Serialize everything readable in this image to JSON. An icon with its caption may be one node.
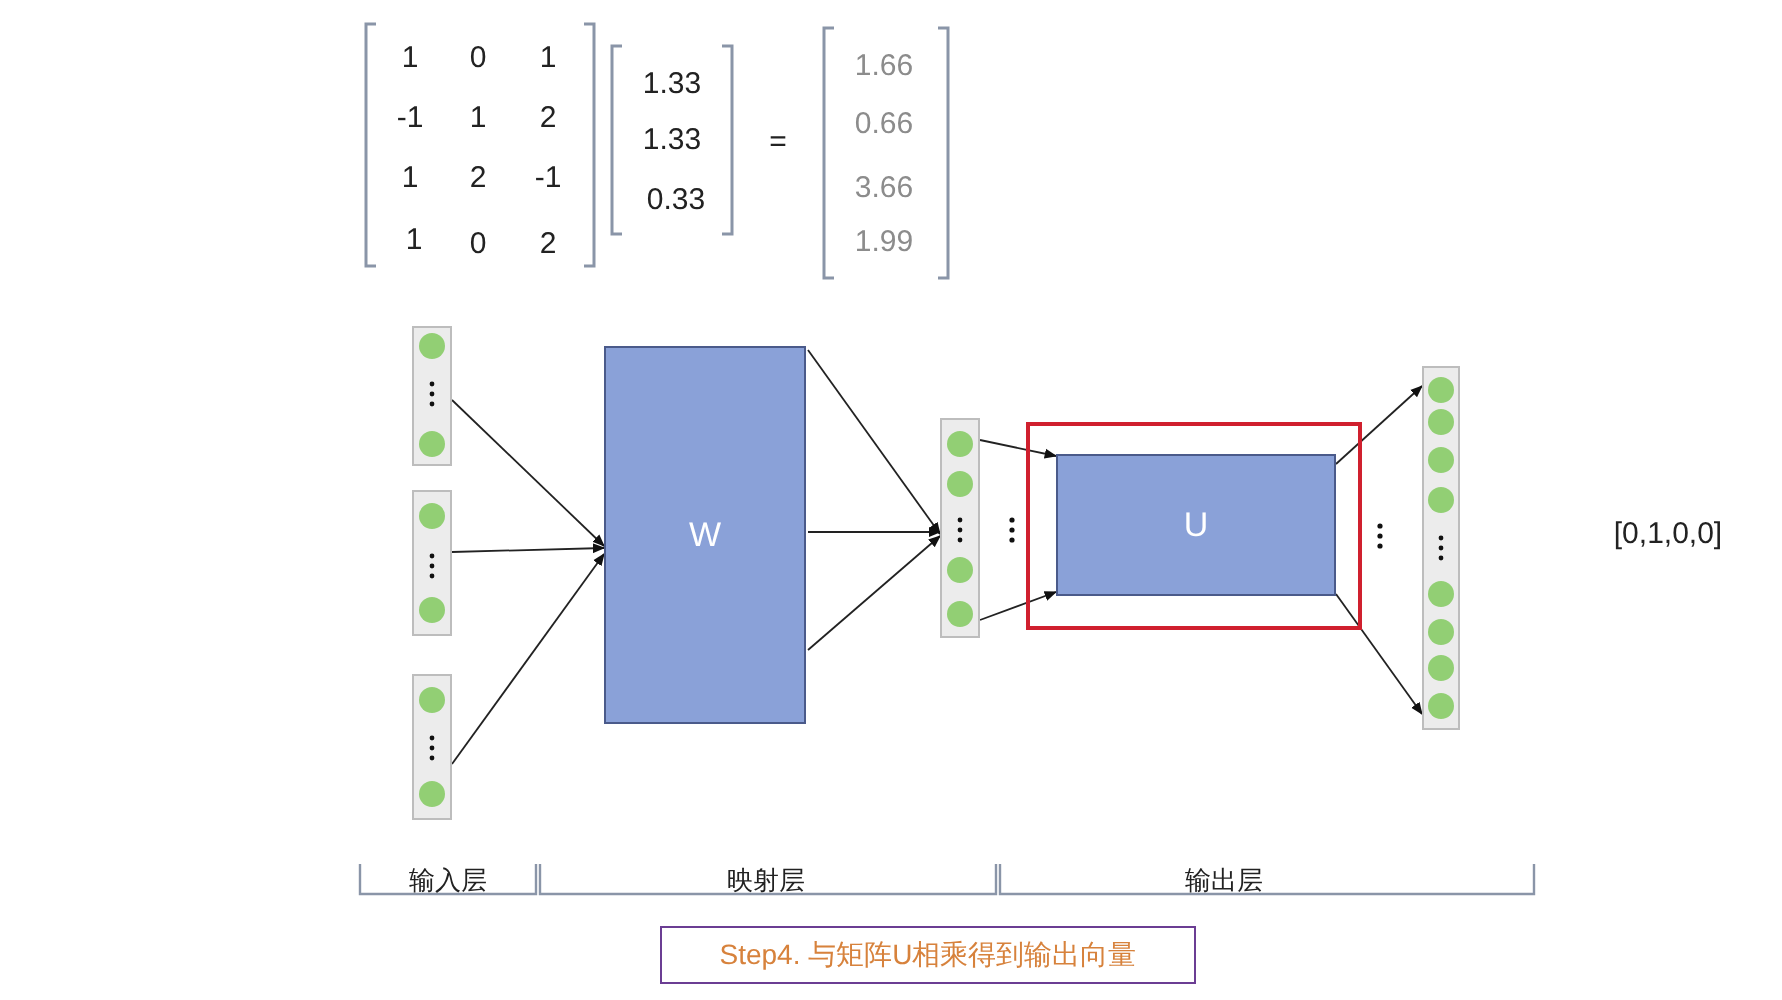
{
  "diagram": {
    "nodes": [
      {
        "text": [],
        "shape": "box"
      },
      {
        "text": [],
        "shape": "box"
      },
      {
        "text": [],
        "shape": "box"
      },
      {
        "text": [
          "W"
        ]
      },
      {
        "text": [],
        "shape": "box"
      },
      {
        "text": [],
        "shape": "box"
      },
      {
        "text": [
          "U"
        ],
        "in": 5
      },
      {
        "text": [],
        "shape": "box"
      },
      {
        "text": [
          "Step4. 与矩阵U相乘得到输出向量"
        ]
      }
    ],
    "edges": [
      {
        "from": 0,
        "to": 3,
        "arrow": "to"
      },
      {
        "from": 1,
        "to": 3,
        "arrow": "to"
      },
      {
        "from": 2,
        "to": 3,
        "arrow": "to"
      },
      {
        "from": 3,
        "to": 4,
        "arrow": "to"
      },
      {
        "from": 3,
        "to": 4,
        "arrow": "to"
      },
      {
        "from": 3,
        "to": 4,
        "arrow": "to"
      },
      {
        "from": 4,
        "to": 6,
        "arrow": "to"
      },
      {
        "from": 4,
        "to": 6,
        "arrow": "to"
      },
      {
        "from": 6,
        "to": 7,
        "arrow": "to"
      },
      {
        "from": 6,
        "to": 7,
        "arrow": "to"
      }
    ],
    "labels": [
      "1",
      "0",
      "1",
      "-1",
      "1",
      "2",
      "1",
      "2",
      "-1",
      "1",
      "0",
      "2",
      "1.33",
      "1.33",
      "0.33",
      "=",
      "1.66",
      "0.66",
      "3.66",
      "1.99",
      "[0,1,0,0]",
      "输入层",
      "映射层",
      "输出层"
    ]
  }
}
